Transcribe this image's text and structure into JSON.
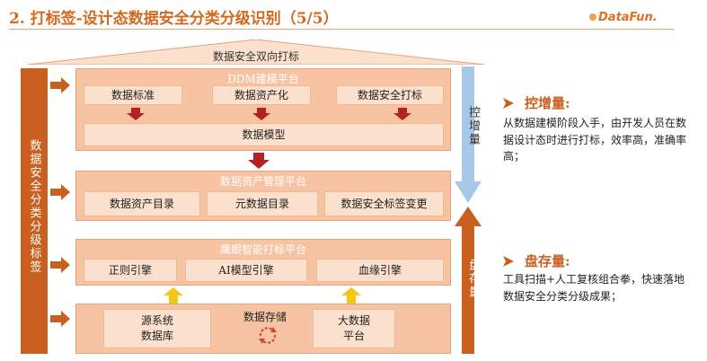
{
  "title": "2. 打标签-设计态数据安全分类分级识别（5/5）",
  "logo": "DataFun.",
  "roof_label": "数据安全双向打标",
  "left_column": "数据安全分类分级标签",
  "right_down_label": "控增量",
  "right_up_label": "盘存量",
  "layers": {
    "ddm": {
      "title": "DDM建模平台",
      "boxes": [
        "数据标准",
        "数据资产化",
        "数据安全打标"
      ],
      "model": "数据模型"
    },
    "asset": {
      "title": "数据资产管理平台",
      "boxes": [
        "数据资产目录",
        "元数据目录",
        "数据安全标签变更"
      ]
    },
    "eagle": {
      "title": "鹰眼智能打标平台",
      "boxes": [
        "正则引擎",
        "AI模型引擎",
        "血缘引擎"
      ]
    },
    "storage": {
      "title": "数据存储",
      "box_left": "源系统\n数据库",
      "box_right": "大数据\n平台"
    }
  },
  "side": {
    "increment_head": "控增量:",
    "increment_text": "从数据建模阶段入手，由开发人员在数据设计态时进行打标，效率高，准确率高；",
    "stock_head": "盘存量:",
    "stock_text": "工具扫描+人工复核组合拳，快速落地数据安全分类分级成果；"
  },
  "colors": {
    "accent": "#c9601f",
    "band": "#f6c4a3",
    "box": "#fbe0cd",
    "down_arrow": "#b22222",
    "up_arrow": "#f5c518",
    "blue_arrow": "#a8c8e8"
  }
}
